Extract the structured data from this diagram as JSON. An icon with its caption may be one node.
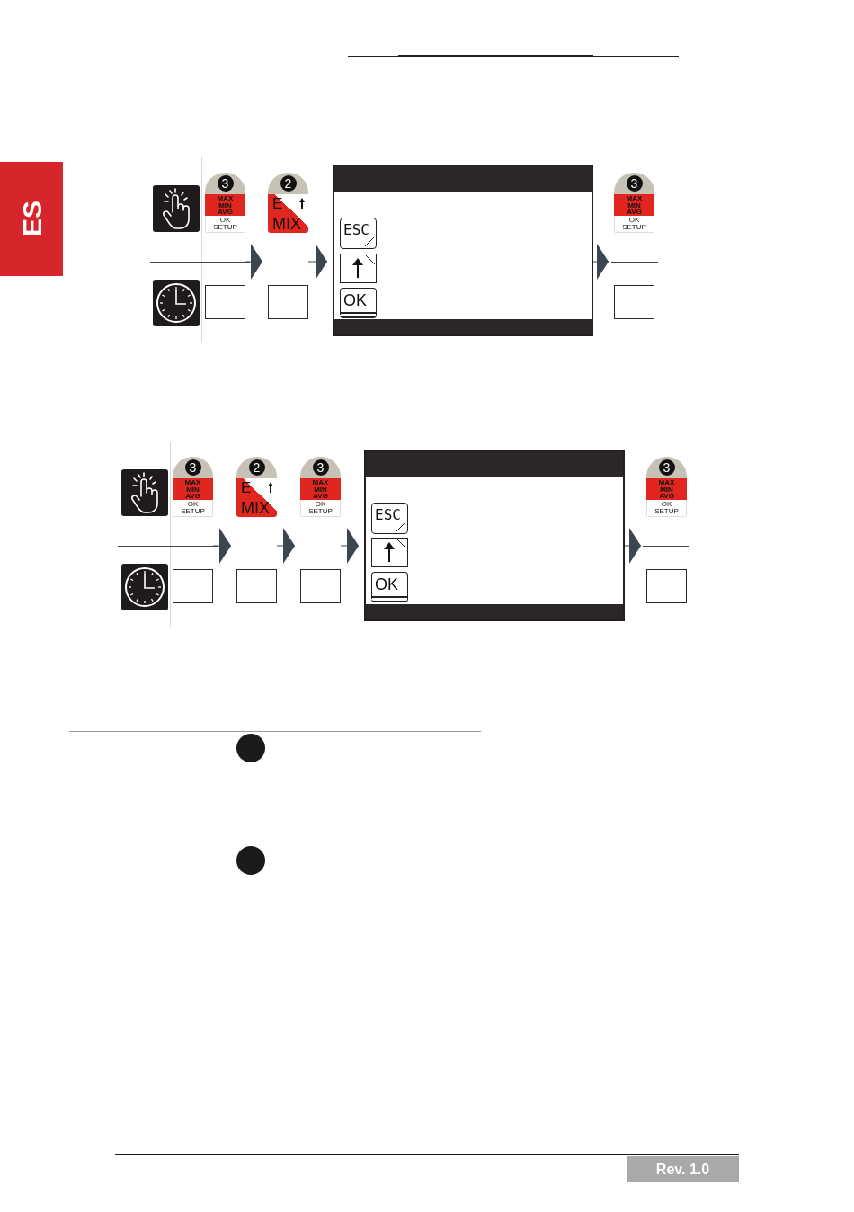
{
  "diagram": {
    "nodes": [
      {
        "text": [],
        "shape": "box"
      },
      {
        "text": [
          "3",
          "MAX MIN AVG",
          "OK SETUP"
        ],
        "in": 0
      },
      {
        "text": [],
        "shape": "box",
        "in": 0
      },
      {
        "text": [],
        "shape": "box"
      },
      {
        "text": [
          "2",
          "E",
          "MIX"
        ],
        "in": 3
      },
      {
        "text": [],
        "shape": "box",
        "in": 3
      },
      {
        "text": [],
        "shape": "box"
      },
      {
        "text": [
          "ESC"
        ],
        "in": 6
      },
      {
        "text": [],
        "shape": "box",
        "in": 6
      },
      {
        "text": [
          "OK"
        ],
        "in": 6
      },
      {
        "text": [],
        "shape": "box"
      },
      {
        "text": [
          "3",
          "MAX MIN AVG",
          "OK SETUP"
        ],
        "in": 10
      },
      {
        "text": [],
        "shape": "box",
        "in": 10
      },
      {
        "text": [],
        "shape": "box"
      },
      {
        "text": [
          "3",
          "MAX MIN AVG",
          "OK SETUP"
        ],
        "in": 13
      },
      {
        "text": [],
        "shape": "box",
        "in": 13
      },
      {
        "text": [],
        "shape": "box"
      },
      {
        "text": [
          "2",
          "E",
          "MIX"
        ],
        "in": 16
      },
      {
        "text": [],
        "shape": "box",
        "in": 16
      },
      {
        "text": [],
        "shape": "box"
      },
      {
        "text": [
          "3",
          "MAX MIN AVG",
          "OK SETUP"
        ],
        "in": 19
      },
      {
        "text": [],
        "shape": "box",
        "in": 19
      },
      {
        "text": [],
        "shape": "box"
      },
      {
        "text": [
          "ESC"
        ],
        "in": 22
      },
      {
        "text": [],
        "shape": "box",
        "in": 22
      },
      {
        "text": [
          "OK"
        ],
        "in": 22
      },
      {
        "text": [],
        "shape": "box"
      },
      {
        "text": [
          "3",
          "MAX MIN AVG",
          "OK SETUP"
        ],
        "in": 26
      },
      {
        "text": [],
        "shape": "box",
        "in": 26
      }
    ],
    "edges": [
      {
        "from": 0,
        "to": 3,
        "arrow": "to"
      },
      {
        "from": 3,
        "to": 6,
        "arrow": "to"
      },
      {
        "from": 6,
        "to": 10,
        "arrow": "to"
      },
      {
        "from": 13,
        "to": 16,
        "arrow": "to"
      },
      {
        "from": 16,
        "to": 19,
        "arrow": "to"
      },
      {
        "from": 19,
        "to": 22,
        "arrow": "to"
      },
      {
        "from": 22,
        "to": 26,
        "arrow": "to"
      }
    ],
    "labels": [
      "ES",
      "Rev. 1.0"
    ]
  }
}
